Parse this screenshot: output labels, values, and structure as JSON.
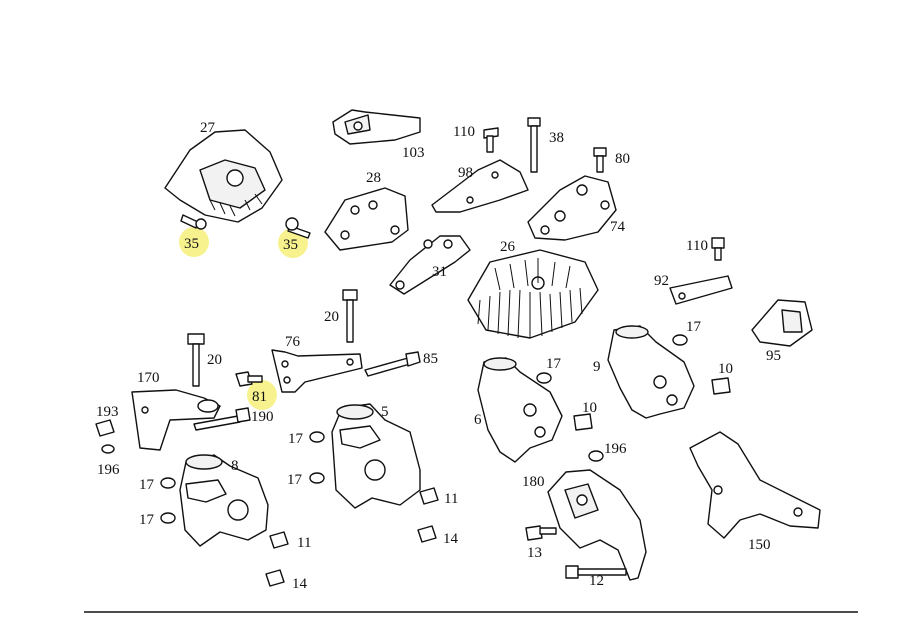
{
  "diagram": {
    "callouts": [
      {
        "id": "c27",
        "text": "27"
      },
      {
        "id": "c103",
        "text": "103"
      },
      {
        "id": "c110a",
        "text": "110"
      },
      {
        "id": "c38",
        "text": "38"
      },
      {
        "id": "c80",
        "text": "80"
      },
      {
        "id": "c98",
        "text": "98"
      },
      {
        "id": "c28",
        "text": "28"
      },
      {
        "id": "c74",
        "text": "74"
      },
      {
        "id": "c35a",
        "text": "35"
      },
      {
        "id": "c35b",
        "text": "35"
      },
      {
        "id": "c26",
        "text": "26"
      },
      {
        "id": "c110b",
        "text": "110"
      },
      {
        "id": "c31",
        "text": "31"
      },
      {
        "id": "c92",
        "text": "92"
      },
      {
        "id": "c20a",
        "text": "20"
      },
      {
        "id": "c76",
        "text": "76"
      },
      {
        "id": "c85",
        "text": "85"
      },
      {
        "id": "c17a",
        "text": "17"
      },
      {
        "id": "c95",
        "text": "95"
      },
      {
        "id": "c20b",
        "text": "20"
      },
      {
        "id": "c17b",
        "text": "17"
      },
      {
        "id": "c9",
        "text": "9"
      },
      {
        "id": "c10a",
        "text": "10"
      },
      {
        "id": "c170",
        "text": "170"
      },
      {
        "id": "c81",
        "text": "81"
      },
      {
        "id": "c190",
        "text": "190"
      },
      {
        "id": "c6",
        "text": "6"
      },
      {
        "id": "c10b",
        "text": "10"
      },
      {
        "id": "c193",
        "text": "193"
      },
      {
        "id": "c5",
        "text": "5"
      },
      {
        "id": "c17c",
        "text": "17"
      },
      {
        "id": "c196a",
        "text": "196"
      },
      {
        "id": "c196b",
        "text": "196"
      },
      {
        "id": "c17d",
        "text": "17"
      },
      {
        "id": "c8",
        "text": "8"
      },
      {
        "id": "c17e",
        "text": "17"
      },
      {
        "id": "c180",
        "text": "180"
      },
      {
        "id": "c11a",
        "text": "11"
      },
      {
        "id": "c17f",
        "text": "17"
      },
      {
        "id": "c14a",
        "text": "14"
      },
      {
        "id": "c13",
        "text": "13"
      },
      {
        "id": "c150",
        "text": "150"
      },
      {
        "id": "c11b",
        "text": "11"
      },
      {
        "id": "c12",
        "text": "12"
      },
      {
        "id": "c14b",
        "text": "14"
      }
    ],
    "highlight_color": "#f6f07a"
  }
}
